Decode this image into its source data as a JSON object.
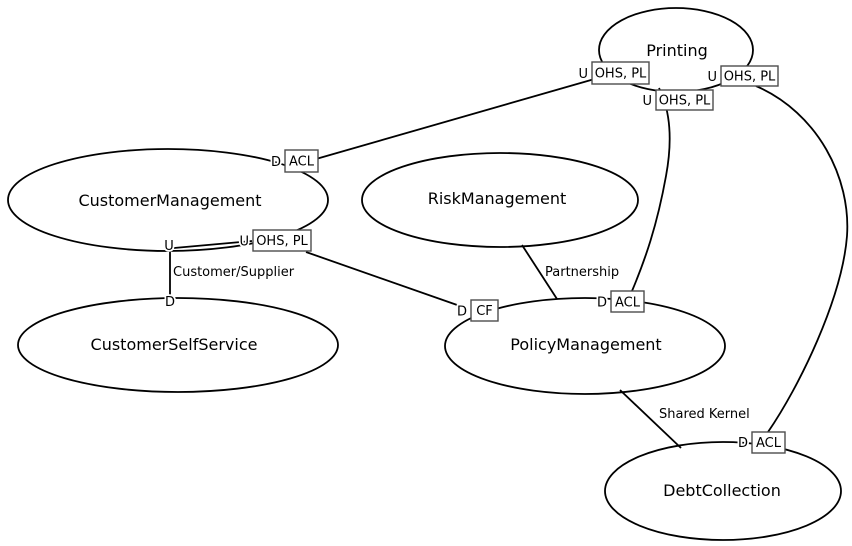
{
  "diagram": {
    "type": "ddd-context-map",
    "contexts": [
      {
        "name": "Printing"
      },
      {
        "name": "CustomerManagement"
      },
      {
        "name": "RiskManagement"
      },
      {
        "name": "CustomerSelfService"
      },
      {
        "name": "PolicyManagement"
      },
      {
        "name": "DebtCollection"
      }
    ],
    "relationships": [
      {
        "upstream": "Printing",
        "downstream": "CustomerManagement",
        "upstream_role": "U",
        "upstream_patterns": "OHS, PL",
        "downstream_role": "D",
        "downstream_patterns": "ACL"
      },
      {
        "upstream": "CustomerManagement",
        "downstream": "CustomerSelfService",
        "upstream_role": "U",
        "downstream_role": "D",
        "label": "Customer/Supplier"
      },
      {
        "upstream": "CustomerManagement",
        "downstream": "PolicyManagement",
        "upstream_role": "U",
        "upstream_patterns": "OHS, PL",
        "downstream_role": "D",
        "downstream_patterns": "CF"
      },
      {
        "upstream": "Printing",
        "downstream": "PolicyManagement",
        "upstream_role": "U",
        "upstream_patterns": "OHS, PL",
        "downstream_role": "D",
        "downstream_patterns": "ACL"
      },
      {
        "upstream": "Printing",
        "downstream": "DebtCollection",
        "upstream_role": "U",
        "upstream_patterns": "OHS, PL",
        "downstream_role": "D",
        "downstream_patterns": "ACL"
      },
      {
        "between": "RiskManagement-PolicyManagement",
        "label": "Partnership"
      },
      {
        "between": "PolicyManagement-DebtCollection",
        "label": "Shared Kernel"
      }
    ],
    "colors": {
      "stroke": "#000000",
      "box_border": "#4d4d4d",
      "background": "#ffffff"
    }
  }
}
